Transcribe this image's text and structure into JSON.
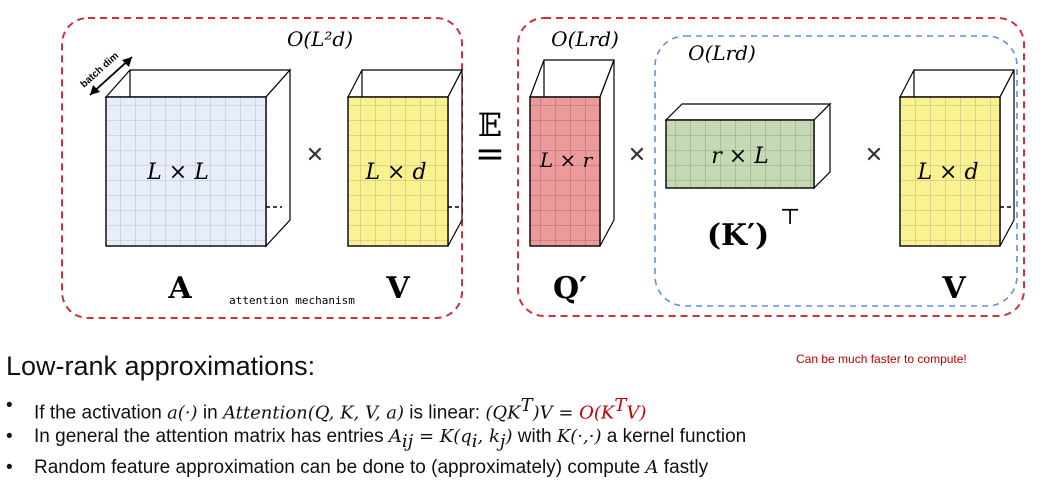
{
  "diagram": {
    "batch_label": "batch dim",
    "complexity_left": "O(L²d)",
    "complexity_q": "O(Lrd)",
    "complexity_k": "O(Lrd)",
    "matrix_a_dims": "L × L",
    "matrix_v_dims": "L × d",
    "matrix_q_dims": "L × r",
    "matrix_k_dims": "r × L",
    "label_a": "A",
    "label_v": "V",
    "label_q": "Q′",
    "label_k": "(K′)",
    "label_k_sup": "⊤",
    "caption_attention": "attention mechanism",
    "expectation_symbol": "𝔼",
    "equals_symbol": "=",
    "times_symbol": "✕",
    "colors": {
      "a_face": "#e8eef9",
      "v_face": "#faf291",
      "q_face": "#ec9a9a",
      "k_face": "#c5d9b5",
      "red_dash": "#d0303a",
      "blue_dash": "#5f8fe0"
    }
  },
  "slide": {
    "title": "Low-rank approximations:",
    "note": "Can be much faster to compute!",
    "bullets": {
      "b1": {
        "t1": "If the activation ",
        "m1": "a(·)",
        "t2": " in ",
        "m2": "Attention(Q, K, V, a)",
        "t3": " is linear: ",
        "m3": "(QK",
        "m3_sup": "T",
        "m4": ")V = ",
        "m5": "O(K",
        "m5_sup": "T",
        "m6": "V)"
      },
      "b2": {
        "t1": "In general the attention matrix has entries ",
        "m1": "A",
        "m1_sub": "ij",
        "m2": " = K(q",
        "m2_sub": "i",
        "m3": ", k",
        "m3_sub": "j",
        "m4": ")",
        "t2": " with ",
        "m5": "K(·,·)",
        "t3": " a kernel function"
      },
      "b3": {
        "t1": "Random feature approximation can be done to (approximately) compute ",
        "m1": "A",
        "t2": " fastly"
      }
    }
  }
}
